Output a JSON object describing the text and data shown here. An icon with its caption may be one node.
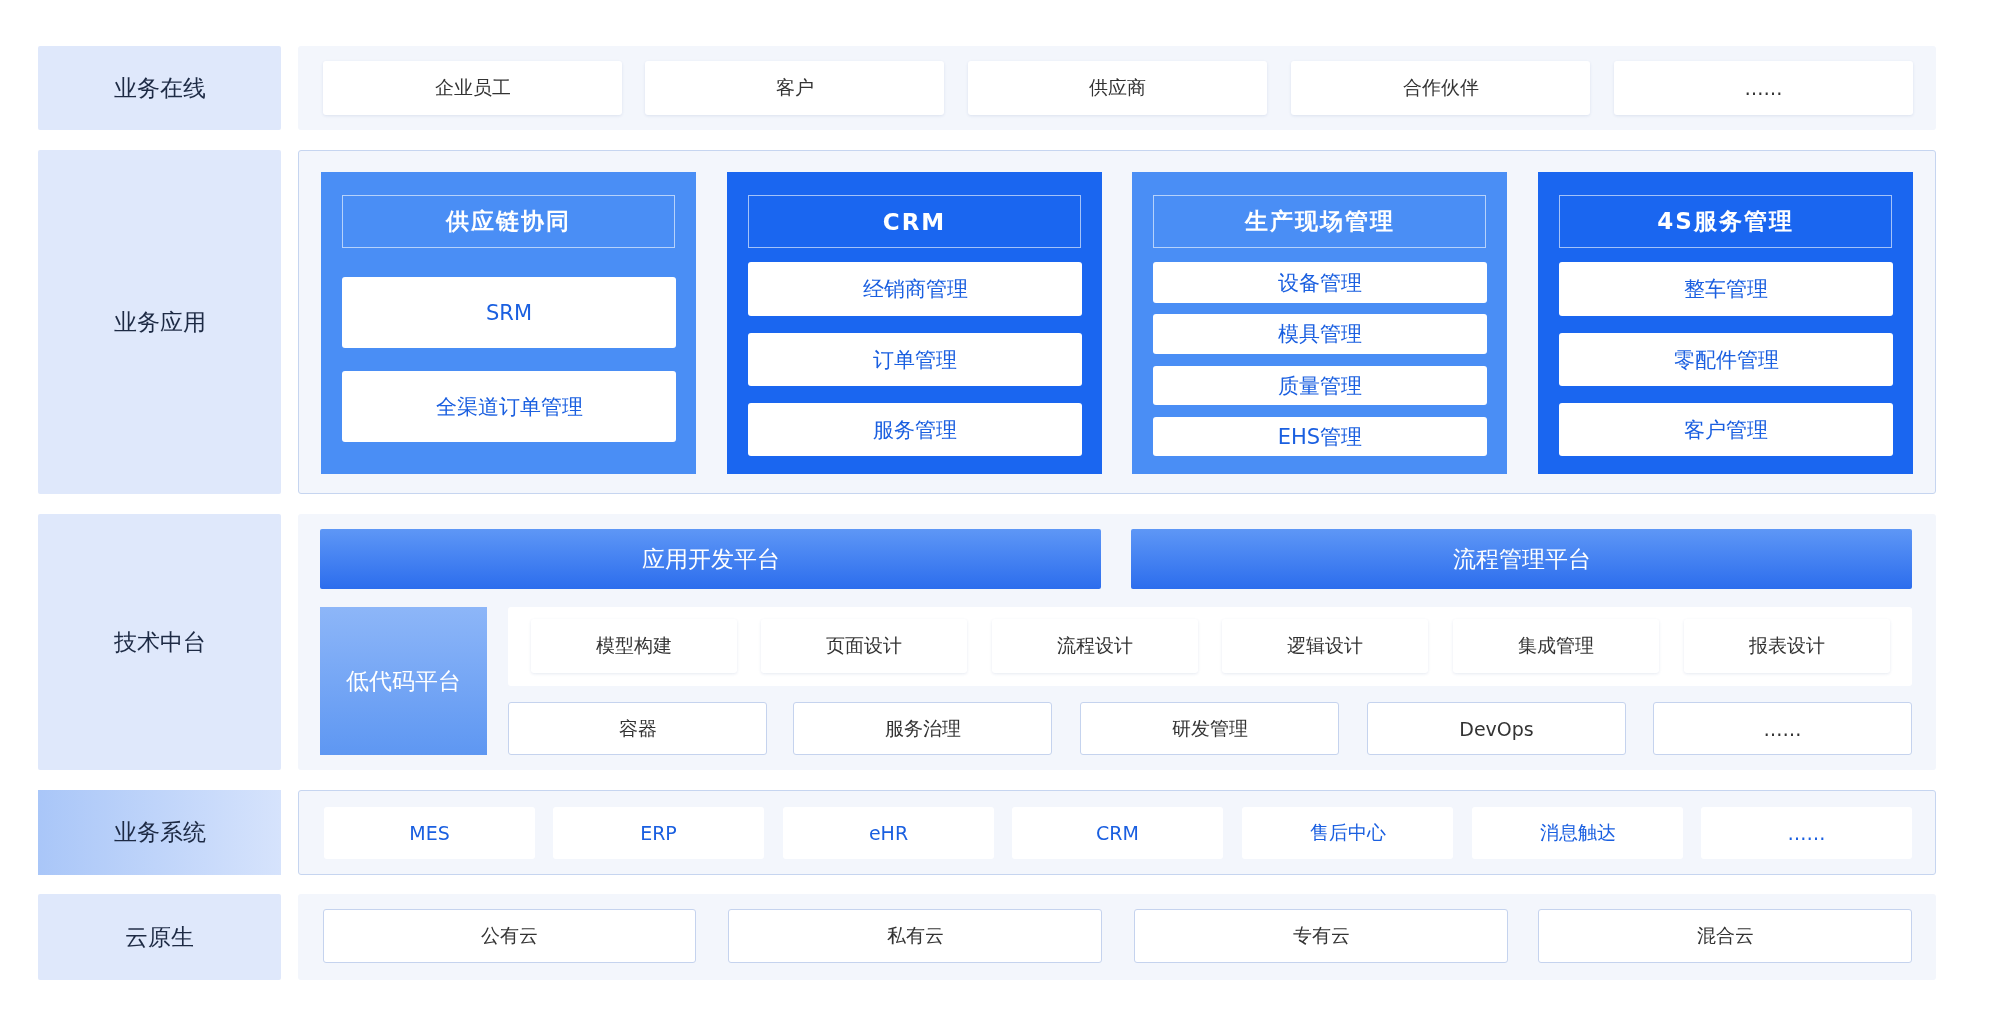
{
  "diagram": {
    "nodes": [
      {
        "text": [
          "业务在线"
        ]
      },
      {
        "text": [],
        "shape": "box"
      },
      {
        "text": [
          "企业员工"
        ],
        "in": 1
      },
      {
        "text": [
          "客户"
        ],
        "in": 1
      },
      {
        "text": [
          "供应商"
        ],
        "in": 1
      },
      {
        "text": [
          "合作伙伴"
        ],
        "in": 1
      },
      {
        "text": [
          "……"
        ],
        "in": 1
      },
      {
        "text": [
          "业务应用"
        ]
      },
      {
        "text": [],
        "shape": "box"
      },
      {
        "text": [
          "供应链协同"
        ],
        "in": 8
      },
      {
        "text": [
          "SRM"
        ],
        "in": 9
      },
      {
        "text": [
          "全渠道订单管理"
        ],
        "in": 9
      },
      {
        "text": [
          "CRM"
        ],
        "in": 8
      },
      {
        "text": [
          "经销商管理"
        ],
        "in": 12
      },
      {
        "text": [
          "订单管理"
        ],
        "in": 12
      },
      {
        "text": [
          "服务管理"
        ],
        "in": 12
      },
      {
        "text": [
          "生产现场管理"
        ],
        "in": 8
      },
      {
        "text": [
          "设备管理"
        ],
        "in": 16
      },
      {
        "text": [
          "模具管理"
        ],
        "in": 16
      },
      {
        "text": [
          "质量管理"
        ],
        "in": 16
      },
      {
        "text": [
          "EHS管理"
        ],
        "in": 16
      },
      {
        "text": [
          "4S服务管理"
        ],
        "in": 8
      },
      {
        "text": [
          "整车管理"
        ],
        "in": 21
      },
      {
        "text": [
          "零配件管理"
        ],
        "in": 21
      },
      {
        "text": [
          "客户管理"
        ],
        "in": 21
      },
      {
        "text": [
          "技术中台"
        ]
      },
      {
        "text": [],
        "shape": "box"
      },
      {
        "text": [
          "应用开发平台"
        ],
        "in": 26
      },
      {
        "text": [
          "流程管理平台"
        ],
        "in": 26
      },
      {
        "text": [
          "低代码平台"
        ],
        "in": 26
      },
      {
        "text": [],
        "shape": "box",
        "in": 26
      },
      {
        "text": [
          "模型构建"
        ],
        "in": 30
      },
      {
        "text": [
          "页面设计"
        ],
        "in": 30
      },
      {
        "text": [
          "流程设计"
        ],
        "in": 30
      },
      {
        "text": [
          "逻辑设计"
        ],
        "in": 30
      },
      {
        "text": [
          "集成管理"
        ],
        "in": 30
      },
      {
        "text": [
          "报表设计"
        ],
        "in": 30
      },
      {
        "text": [
          "容器"
        ],
        "in": 26
      },
      {
        "text": [
          "服务治理"
        ],
        "in": 26
      },
      {
        "text": [
          "研发管理"
        ],
        "in": 26
      },
      {
        "text": [
          "DevOps"
        ],
        "in": 26
      },
      {
        "text": [
          "……"
        ],
        "in": 26
      },
      {
        "text": [
          "业务系统"
        ]
      },
      {
        "text": [],
        "shape": "box"
      },
      {
        "text": [
          "MES"
        ],
        "in": 43
      },
      {
        "text": [
          "ERP"
        ],
        "in": 43
      },
      {
        "text": [
          "eHR"
        ],
        "in": 43
      },
      {
        "text": [
          "CRM"
        ],
        "in": 43
      },
      {
        "text": [
          "售后中心"
        ],
        "in": 43
      },
      {
        "text": [
          "消息触达"
        ],
        "in": 43
      },
      {
        "text": [
          "……"
        ],
        "in": 43
      },
      {
        "text": [
          "云原生"
        ]
      },
      {
        "text": [],
        "shape": "box"
      },
      {
        "text": [
          "公有云"
        ],
        "in": 52
      },
      {
        "text": [
          "私有云"
        ],
        "in": 52
      },
      {
        "text": [
          "专有云"
        ],
        "in": 52
      },
      {
        "text": [
          "混合云"
        ],
        "in": 52
      }
    ],
    "edges": []
  }
}
